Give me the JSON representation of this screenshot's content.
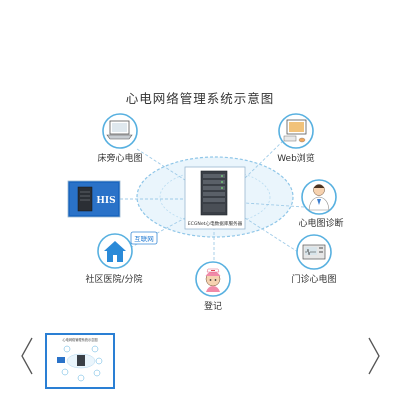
{
  "title": "心电网络管理系统示意图",
  "center": {
    "label": "ECGNet心电数据库服务器"
  },
  "nodes": {
    "bedside": "床旁心电图",
    "web": "Web浏览",
    "his": "HIS",
    "diagnosis": "心电图诊断",
    "community": "社区医院/分院",
    "outpatient": "门诊心电图",
    "registration": "登记"
  },
  "internet_tag": "互联网",
  "thumbnail": {
    "label": "心电网络管理系统示意图"
  },
  "colors": {
    "ring_fill": "#eaf5fc",
    "ring_stroke": "#8fc6e8",
    "circle_stroke": "#57b0e0",
    "his_bg": "#1a66c0",
    "accent": "#2a7fd4"
  },
  "icons": {
    "bedside": "laptop-icon",
    "web": "computer-icon",
    "his": "server-icon",
    "diagnosis": "doctor-icon",
    "community": "house-icon",
    "outpatient": "ecg-machine-icon",
    "registration": "nurse-icon",
    "center": "server-rack-icon",
    "prev": "chevron-left-icon",
    "next": "chevron-right-icon"
  }
}
